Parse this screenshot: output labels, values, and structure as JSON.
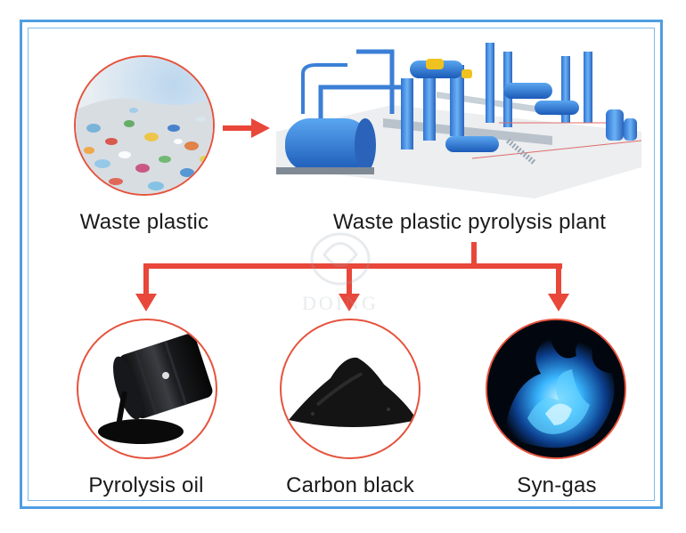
{
  "colors": {
    "frame": "#4f9ee2",
    "arrow": "#e8473a",
    "circle_border": "#e5533d"
  },
  "nodes": {
    "waste_plastic": "Waste plastic",
    "plant": "Waste plastic pyrolysis plant",
    "pyrolysis_oil": "Pyrolysis oil",
    "carbon_black": "Carbon black",
    "syn_gas": "Syn-gas"
  },
  "watermark": "DOING"
}
